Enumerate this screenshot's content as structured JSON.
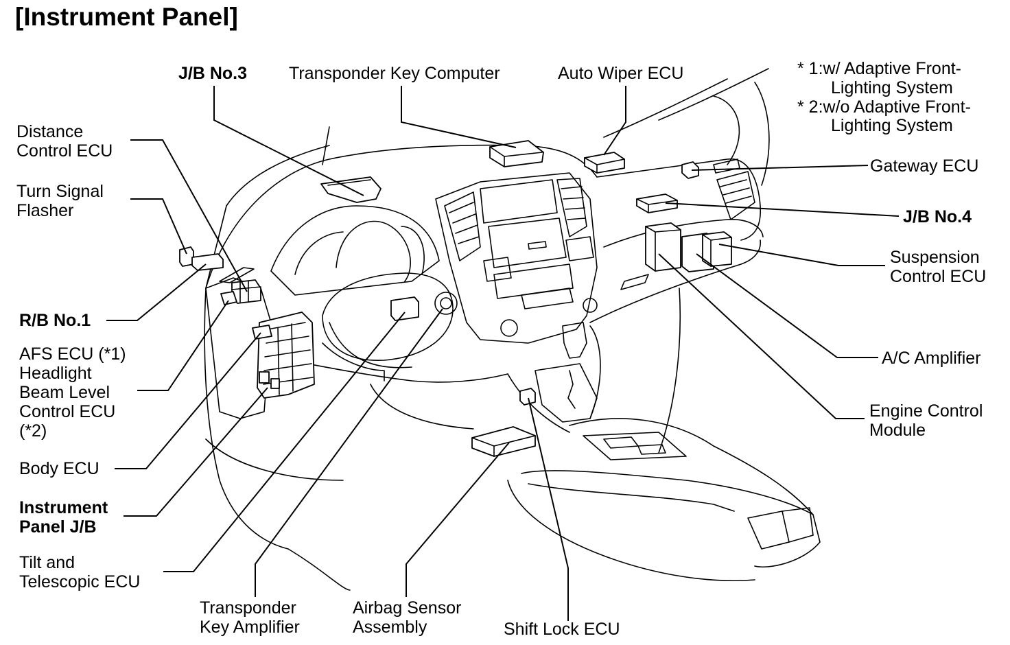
{
  "title": "[Instrument Panel]",
  "notes": {
    "note1_line1": "* 1:w/ Adaptive Front-",
    "note1_line2": "Lighting System",
    "note2_line1": "* 2:w/o Adaptive Front-",
    "note2_line2": "Lighting System"
  },
  "labels": {
    "jb_no3": "J/B No.3",
    "transponder_key_computer": "Transponder Key Computer",
    "auto_wiper_ecu": "Auto Wiper ECU",
    "distance_control_ecu": "Distance\nControl ECU",
    "turn_signal_flasher": "Turn Signal\nFlasher",
    "rb_no1": "R/B No.1",
    "afs_ecu": "AFS ECU (*1)\nHeadlight\nBeam Level\nControl ECU\n(*2)",
    "body_ecu": "Body ECU",
    "instrument_panel_jb": "Instrument\nPanel J/B",
    "tilt_telescopic_ecu": "Tilt and\nTelescopic ECU",
    "transponder_key_amplifier": "Transponder\nKey Amplifier",
    "airbag_sensor_assembly": "Airbag Sensor\nAssembly",
    "shift_lock_ecu": "Shift Lock ECU",
    "gateway_ecu": "Gateway ECU",
    "jb_no4": "J/B No.4",
    "suspension_control_ecu": "Suspension\nControl ECU",
    "ac_amplifier": "A/C Amplifier",
    "engine_control_module": "Engine Control\nModule"
  }
}
